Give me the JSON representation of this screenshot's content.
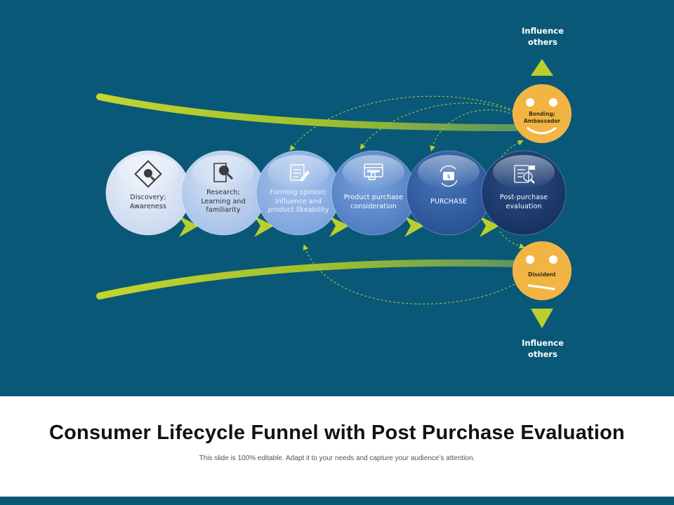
{
  "colors": {
    "background": "#0a5878",
    "accent_green": "#b9cf2e",
    "face_yellow": "#f2b544",
    "step_colors": [
      "#d6e1f3",
      "#b6cdec",
      "#8cb0e4",
      "#5b88cc",
      "#2f5b9e",
      "#1b3565"
    ]
  },
  "steps": [
    {
      "label": "Discovery;\nAwareness",
      "icon": "magnifier-diamond-icon"
    },
    {
      "label": "Research;\nLearning and\nfamiliarity",
      "icon": "search-document-icon"
    },
    {
      "label": "Forming opinion;\nInfluence and\nproduct likeability",
      "icon": "notepad-pencil-icon"
    },
    {
      "label": "Product purchase\nconsideration",
      "icon": "browser-hand-icon"
    },
    {
      "label": "PURCHASE",
      "icon": "cart-cycle-icon"
    },
    {
      "label": "Post-purchase\nevaluation",
      "icon": "checklist-magnifier-icon"
    }
  ],
  "outcomes": {
    "positive": {
      "label": "Bonding;\nAmbassador",
      "icon": "smiley-face-icon"
    },
    "negative": {
      "label": "Dissident",
      "icon": "neutral-face-icon"
    }
  },
  "influence": {
    "top": "Influence\nothers",
    "bottom": "Influence\nothers"
  },
  "title": "Consumer Lifecycle Funnel with Post Purchase Evaluation",
  "subtitle": "This slide is 100% editable. Adapt it to your needs and capture your audience’s attention."
}
